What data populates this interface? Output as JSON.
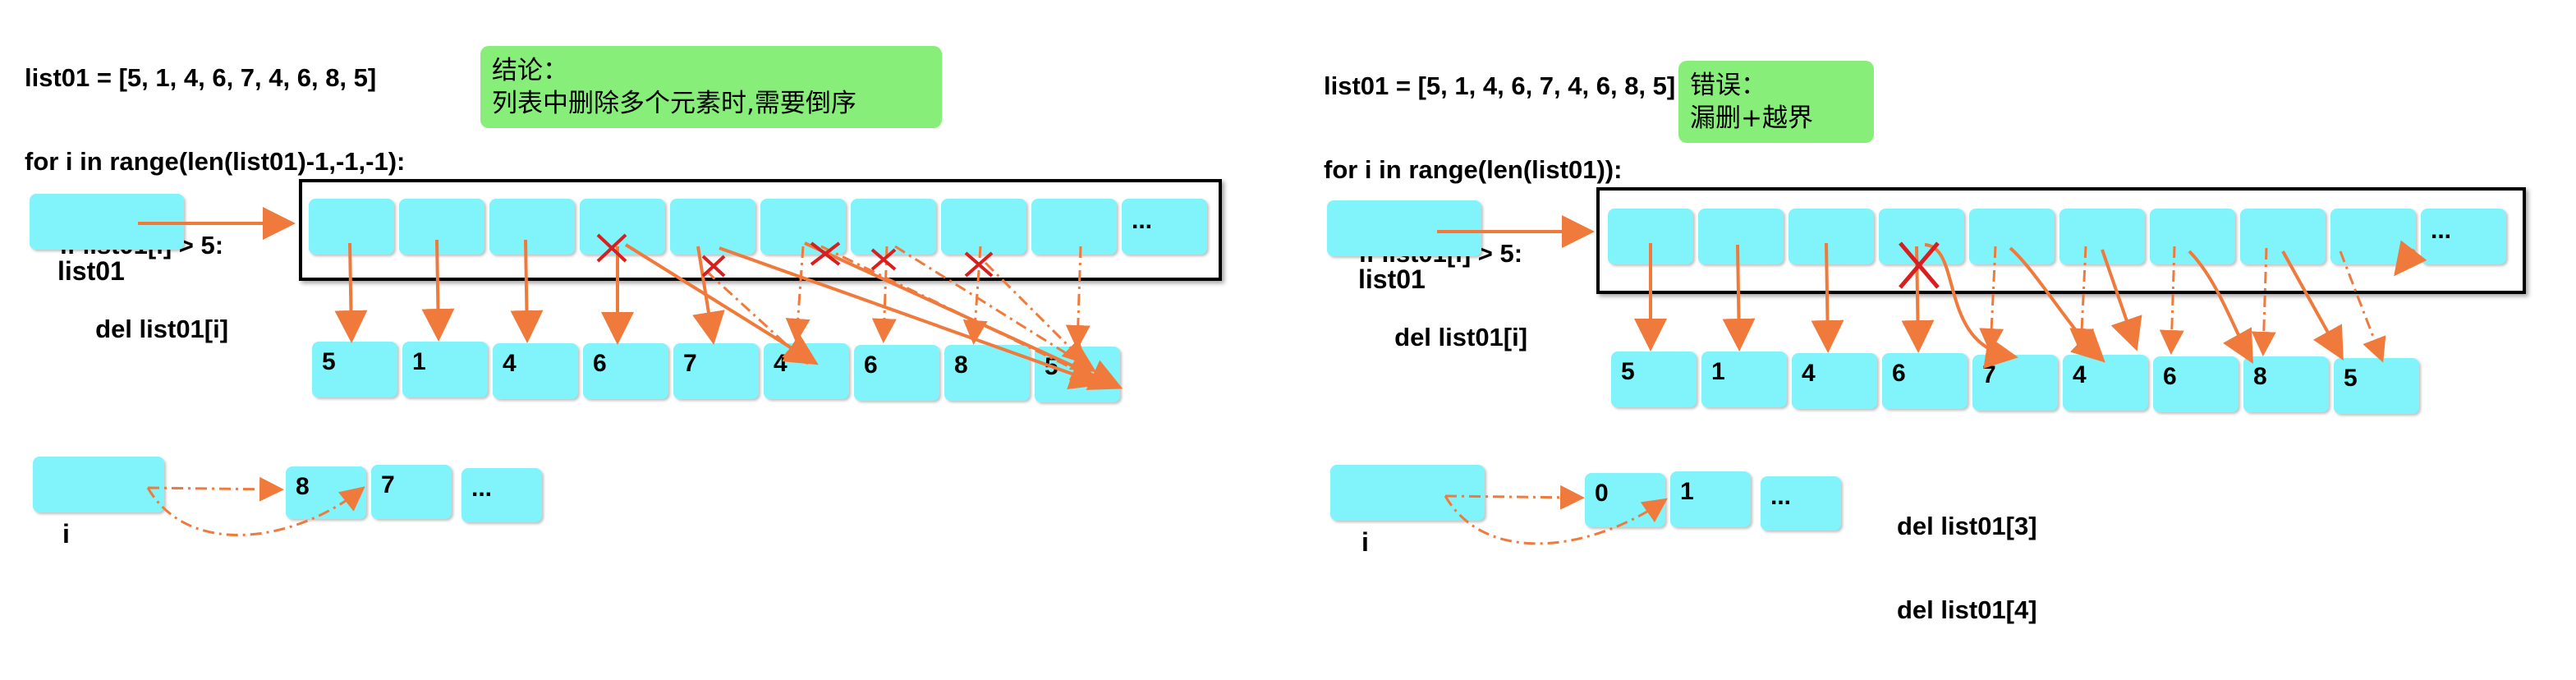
{
  "left": {
    "code": [
      "list01 = [5, 1, 4, 6, 7, 4, 6, 8, 5]",
      "for i in range(len(list01)-1,-1,-1):",
      "     if list01[i] > 5:",
      "          del list01[i]"
    ],
    "note": [
      "结论：",
      "列表中删除多个元素时,需要倒序"
    ],
    "var_name": "list01",
    "values": [
      "5",
      "1",
      "4",
      "6",
      "7",
      "4",
      "6",
      "8",
      "5"
    ],
    "ellipsis": "...",
    "index_var": "i",
    "index_values": [
      "8",
      "7",
      "..."
    ]
  },
  "right": {
    "code": [
      "list01 = [5, 1, 4, 6, 7, 4, 6, 8, 5]",
      "for i in range(len(list01)):",
      "     if list01[i] > 5:",
      "          del list01[i]"
    ],
    "note": [
      "错误：",
      "漏删+越界"
    ],
    "var_name": "list01",
    "values": [
      "5",
      "1",
      "4",
      "6",
      "7",
      "4",
      "6",
      "8",
      "5"
    ],
    "ellipsis": "...",
    "index_var": "i",
    "index_values": [
      "0",
      "1",
      "..."
    ],
    "del_lines": [
      "del list01[3]",
      "del list01[4]"
    ]
  },
  "colors": {
    "cell": "#80f4fa",
    "note_bg": "#88ee7a",
    "arrow": "#f07a3c",
    "cross": "#d81e1e"
  }
}
